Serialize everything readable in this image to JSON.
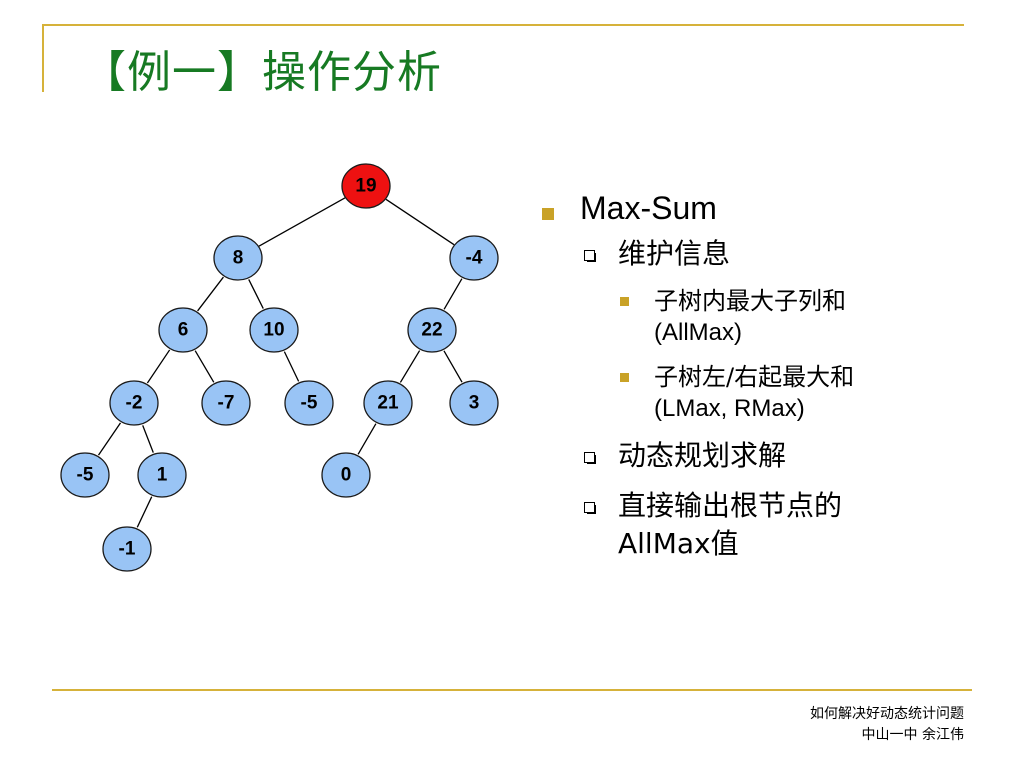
{
  "title": "【例一】操作分析",
  "colors": {
    "accent_rule": "#d6b23a",
    "title": "#177a23",
    "node_root": "#ee1111",
    "node_fill": "#99c4f5",
    "bullet": "#c9a227"
  },
  "tree": {
    "nodes": [
      {
        "id": "n19",
        "label": "19",
        "root": true
      },
      {
        "id": "n8",
        "label": "8"
      },
      {
        "id": "nm4",
        "label": "-4"
      },
      {
        "id": "n6",
        "label": "6"
      },
      {
        "id": "n10",
        "label": "10"
      },
      {
        "id": "n22",
        "label": "22"
      },
      {
        "id": "nm2",
        "label": "-2"
      },
      {
        "id": "nm7",
        "label": "-7"
      },
      {
        "id": "nm5a",
        "label": "-5"
      },
      {
        "id": "n21",
        "label": "21"
      },
      {
        "id": "n3",
        "label": "3"
      },
      {
        "id": "nm5b",
        "label": "-5"
      },
      {
        "id": "n1",
        "label": "1"
      },
      {
        "id": "n0",
        "label": "0"
      },
      {
        "id": "nm1",
        "label": "-1"
      }
    ],
    "edges": [
      [
        "n19",
        "n8"
      ],
      [
        "n19",
        "nm4"
      ],
      [
        "n8",
        "n6"
      ],
      [
        "n8",
        "n10"
      ],
      [
        "nm4",
        "n22"
      ],
      [
        "n6",
        "nm2"
      ],
      [
        "n6",
        "nm7"
      ],
      [
        "n10",
        "nm5a"
      ],
      [
        "n22",
        "n21"
      ],
      [
        "n22",
        "n3"
      ],
      [
        "nm2",
        "nm5b"
      ],
      [
        "nm2",
        "n1"
      ],
      [
        "n21",
        "n0"
      ],
      [
        "n1",
        "nm1"
      ]
    ]
  },
  "bullets": {
    "b1": "Max-Sum",
    "b2a": "维护信息",
    "b3a_line1": "子树内最大子列和",
    "b3a_line2": "(AllMax)",
    "b3b_line1": "子树左/右起最大和",
    "b3b_line2": "(LMax, RMax)",
    "b2b": "动态规划求解",
    "b2c_line1": "直接输出根节点的",
    "b2c_line2": "AllMax值"
  },
  "footer": {
    "line1": "如何解决好动态统计问题",
    "line2": "中山一中 余江伟"
  }
}
